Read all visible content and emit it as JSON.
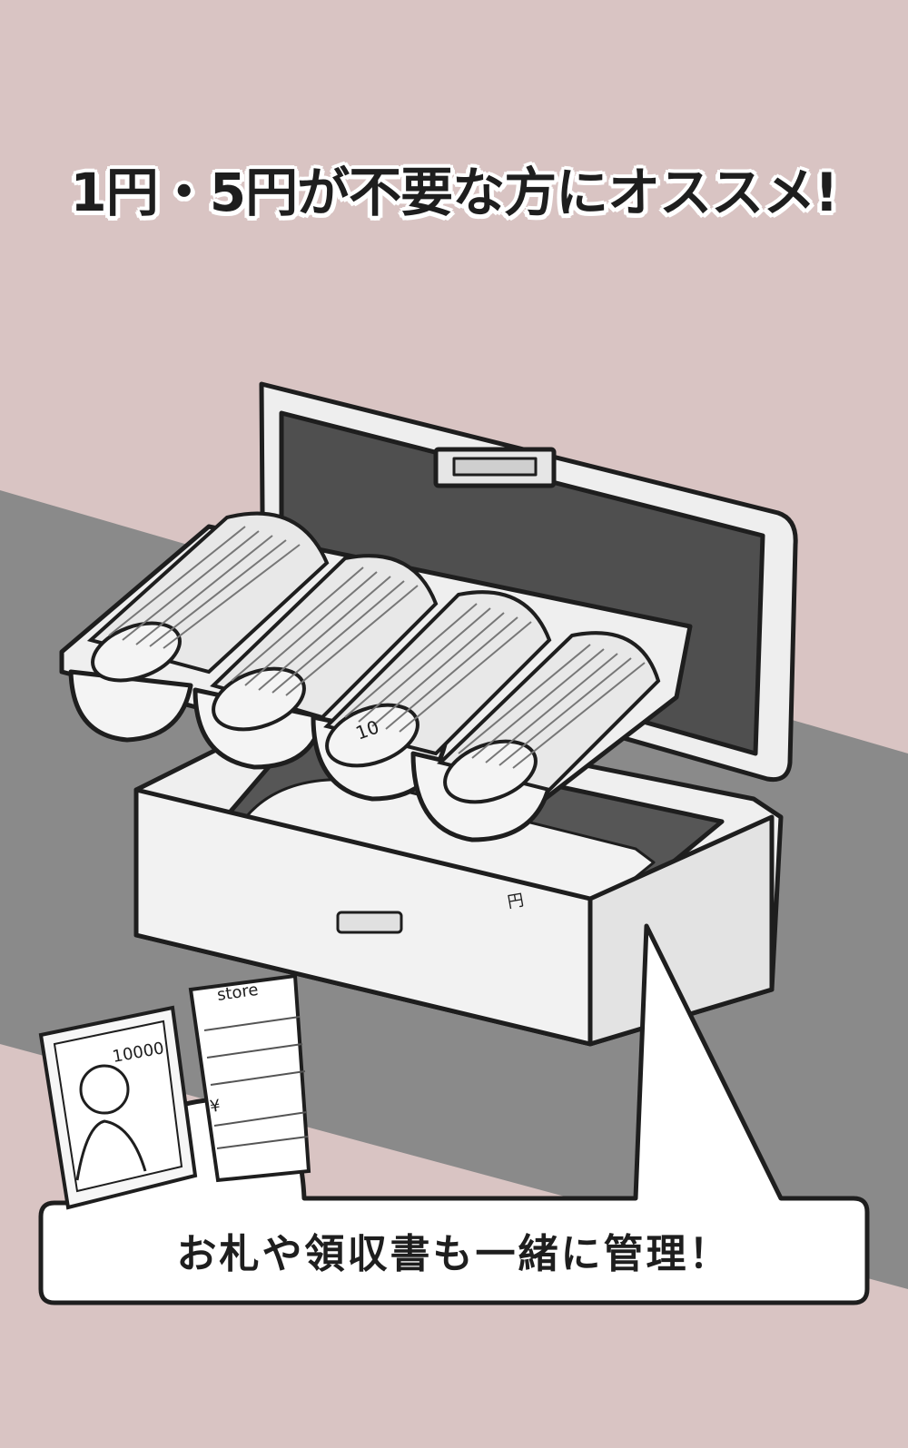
{
  "headline": "1円・5円が不要な方にオススメ!",
  "callout": "お札や領収書も一緒に管理！",
  "labels": {
    "receipt_store": "store",
    "banknote_value": "10000",
    "receipt_yen": "¥",
    "coin_mark": "10"
  },
  "colors": {
    "background": "#d9c4c3",
    "table": "#8a8a8a",
    "ink": "#1e1e1e",
    "case": "#ececec"
  }
}
